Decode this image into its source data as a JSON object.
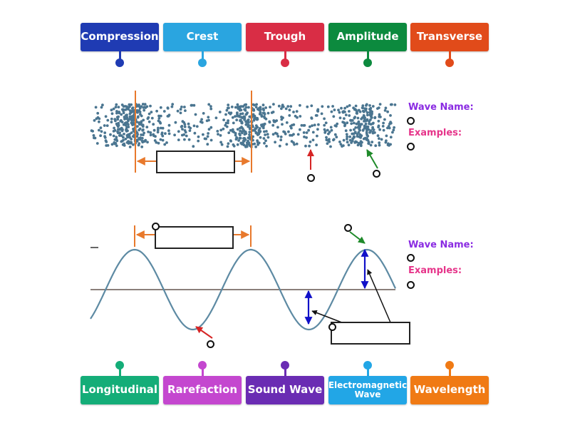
{
  "tiles_top": [
    {
      "label": "Compression",
      "color": "#1f3bb3"
    },
    {
      "label": "Crest",
      "color": "#2aa5e0"
    },
    {
      "label": "Trough",
      "color": "#d92d45"
    },
    {
      "label": "Amplitude",
      "color": "#0c8a3e"
    },
    {
      "label": "Transverse",
      "color": "#e14b1a"
    }
  ],
  "tiles_bottom": [
    {
      "label": "Longitudinal",
      "color": "#14ad78"
    },
    {
      "label": "Rarefaction",
      "color": "#c447cf"
    },
    {
      "label": "Sound Wave",
      "color": "#6a2cb3"
    },
    {
      "label": "Electromagnetic Wave",
      "color": "#22a6e6"
    },
    {
      "label": "Wavelength",
      "color": "#f07a14"
    }
  ],
  "diagram1": {
    "wave_name_label": "Wave Name:",
    "examples_label": "Examples:"
  },
  "diagram2": {
    "wave_name_label": "Wave Name:",
    "examples_label": "Examples:"
  },
  "colors": {
    "wave_name": "#8a2be2",
    "examples": "#e6358a",
    "particles": "#4a7590",
    "wave_line": "#5d8aa3",
    "axis": "#8a7f7a",
    "orange_marker": "#e8792c",
    "blue_arrow": "#1010c8"
  }
}
